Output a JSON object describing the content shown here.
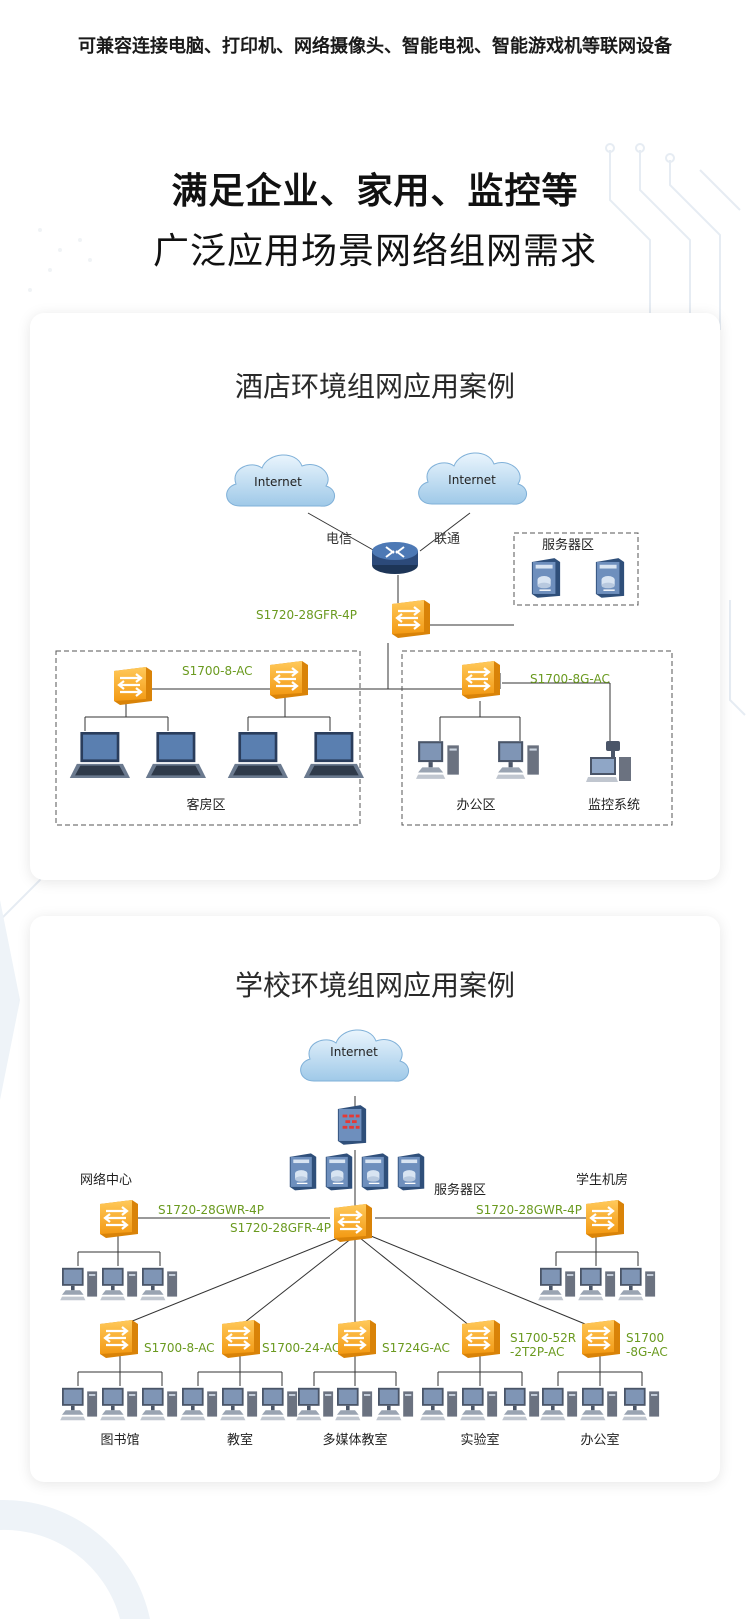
{
  "top_line": "可兼容连接电脑、打印机、网络摄像头、智能电视、智能游戏机等联网设备",
  "headline": {
    "line1": "满足企业、家用、监控等",
    "line2": "广泛应用场景网络组网需求"
  },
  "hotel": {
    "title": "酒店环境组网应用案例",
    "internet_left": "Internet",
    "internet_right": "Internet",
    "isp_left": "电信",
    "isp_right": "联通",
    "server_zone": "服务器区",
    "core_switch": "S1720-28GFR-4P",
    "guest_switch": "S1700-8-AC",
    "office_switch": "S1700-8G-AC",
    "guest_zone": "客房区",
    "office_zone": "办公区",
    "monitor_zone": "监控系统"
  },
  "school": {
    "title": "学校环境组网应用案例",
    "internet": "Internet",
    "server_zone": "服务器区",
    "network_center": "网络中心",
    "student_lab": "学生机房",
    "left_switch": "S1720-28GWR-4P",
    "core_switch": "S1720-28GFR-4P",
    "right_switch": "S1720-28GWR-4P",
    "access": [
      {
        "model": "S1700-8-AC",
        "zone": "图书馆"
      },
      {
        "model": "S1700-24-AC",
        "zone": "教室"
      },
      {
        "model": "S1724G-AC",
        "zone": "多媒体教室"
      },
      {
        "model_line1": "S1700-52R",
        "model_line2": "-2T2P-AC",
        "zone": "实验室"
      },
      {
        "model_line1": "S1700",
        "model_line2": "-8G-AC",
        "zone": "办公室"
      }
    ]
  }
}
